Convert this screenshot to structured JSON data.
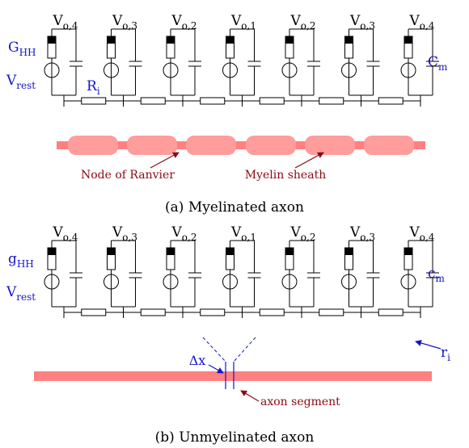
{
  "panel_a": {
    "voltages": [
      {
        "base": "V",
        "sub": "o,4"
      },
      {
        "base": "V",
        "sub": "o,3"
      },
      {
        "base": "V",
        "sub": "o,2"
      },
      {
        "base": "V",
        "sub": "o,1"
      },
      {
        "base": "V",
        "sub": "o,2"
      },
      {
        "base": "V",
        "sub": "o,3"
      },
      {
        "base": "V",
        "sub": "o,4"
      }
    ],
    "g_label": {
      "base": "G",
      "sub": "HH"
    },
    "vrest_label": {
      "base": "V",
      "sub": "rest"
    },
    "r_label": {
      "base": "R",
      "sub": "i"
    },
    "c_label": {
      "base": "C",
      "sub": "m"
    },
    "node_label": "Node of Ranvier",
    "myelin_label": "Myelin sheath",
    "caption": "(a)  Myelinated axon"
  },
  "panel_b": {
    "voltages": [
      {
        "base": "V",
        "sub": "o,4"
      },
      {
        "base": "V",
        "sub": "o,3"
      },
      {
        "base": "V",
        "sub": "o,2"
      },
      {
        "base": "V",
        "sub": "o,1"
      },
      {
        "base": "V",
        "sub": "o,2"
      },
      {
        "base": "V",
        "sub": "o,3"
      },
      {
        "base": "V",
        "sub": "o,4"
      }
    ],
    "g_label": {
      "base": "g",
      "sub": "HH"
    },
    "vrest_label": {
      "base": "V",
      "sub": "rest"
    },
    "r_label": {
      "base": "r",
      "sub": "i"
    },
    "c_label": {
      "base": "c",
      "sub": "m"
    },
    "dx_label": "Δx",
    "segment_label": "axon segment",
    "caption": "(b)  Unmyelinated axon"
  },
  "colors": {
    "axon": "#ff8080",
    "sheath": "#ff9c9c",
    "label_blue": "#1414c8",
    "label_red": "#8b0a14"
  }
}
